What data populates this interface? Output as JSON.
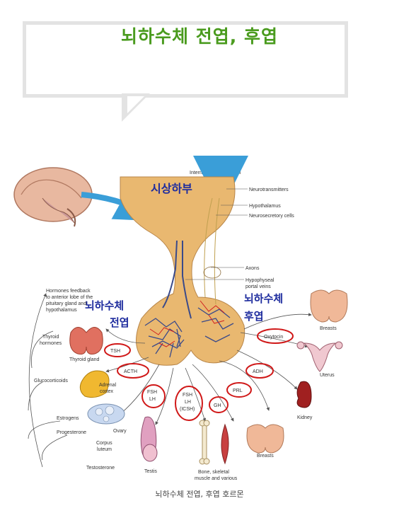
{
  "header": {
    "title": "뇌하수체 전엽, 후엽"
  },
  "diagram": {
    "stimuli_label": "Internal-external stimuli",
    "hypothalamus_kr": "시상하부",
    "anterior_kr_line1": "뇌하수체",
    "anterior_kr_line2": "전엽",
    "posterior_kr_line1": "뇌하수체",
    "posterior_kr_line2": "후엽",
    "side_labels": {
      "neurotransmitters": "Neurotransmitters",
      "hypothalamus": "Hypothalamus",
      "neurosecretory": "Neurosecretory cells",
      "axons": "Axons",
      "portal_line1": "Hypophyseal",
      "portal_line2": "portal veins"
    },
    "feedback_lines": [
      "Hormones feedback",
      "to anterior lobe of the",
      "pituitary gland and",
      "hypothalamus"
    ],
    "hormones": {
      "tsh": "TSH",
      "acth": "ACTH",
      "fsh_lh_1": "FSH",
      "fsh_lh_2": "LH",
      "fsh_icsh_1": "FSH",
      "fsh_icsh_2": "LH",
      "fsh_icsh_3": "(ICSH)",
      "gh": "GH",
      "prl": "PRL",
      "adh": "ADH",
      "oxytocin": "Oxytocin"
    },
    "targets": {
      "thyroid_hormones_1": "Thyroid",
      "thyroid_hormones_2": "hormones",
      "thyroid_gland": "Thyroid gland",
      "adrenal_1": "Adrenal",
      "adrenal_2": "cortex",
      "glucocorticoids": "Glucocorticoids",
      "estrogens": "Estrogens",
      "progesterone": "Progesterone",
      "ovary": "Ovary",
      "corpus_1": "Corpus",
      "corpus_2": "luteum",
      "testosterone": "Testosterone",
      "testis": "Testis",
      "bone_1": "Bone, skeletal",
      "bone_2": "muscle and various",
      "breasts_bottom": "Breasts",
      "kidney": "Kidney",
      "uterus": "Uterus",
      "breasts_top": "Breasts"
    }
  },
  "caption": "뇌하수체 전엽, 후엽 호르몬",
  "colors": {
    "title_green": "#4a9b1e",
    "korean_blue": "#1e2c9e",
    "circle_red": "#d01818",
    "gland_tan": "#e9b870",
    "arrow_blue": "#3a9ed8"
  }
}
